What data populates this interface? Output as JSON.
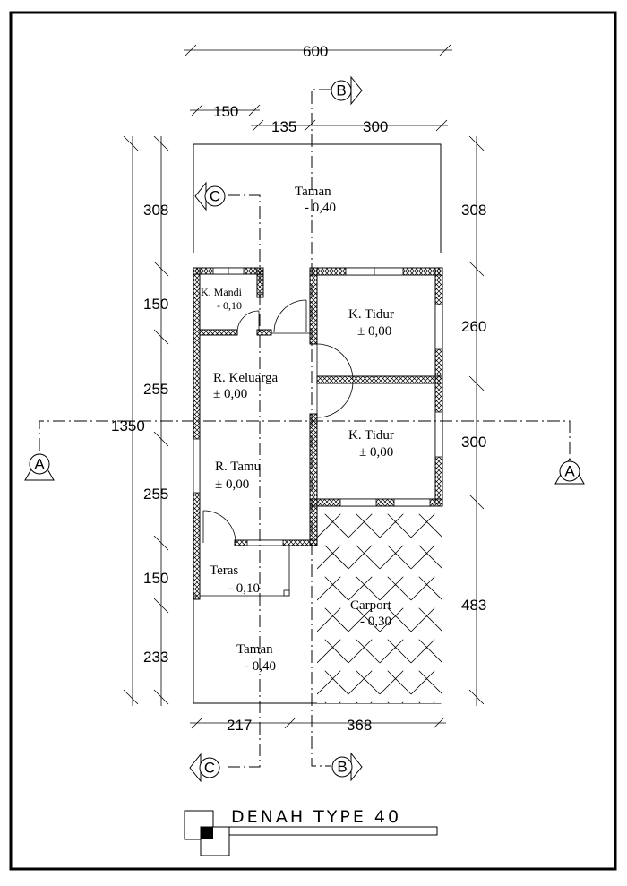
{
  "title": "DENAH TYPE 40",
  "dimensions": {
    "top_total": "600",
    "top_left": "150",
    "top_mid": "135",
    "top_right": "300",
    "left_1": "308",
    "left_2": "150",
    "left_3": "255",
    "left_4": "255",
    "left_5": "150",
    "left_6": "233",
    "total_height": "1350",
    "right_1": "308",
    "right_2": "260",
    "right_3": "300",
    "right_4": "483",
    "bottom_left": "217",
    "bottom_right": "368"
  },
  "section_markers": {
    "a": "A",
    "b": "B",
    "c": "C"
  },
  "rooms": {
    "taman_top": {
      "name": "Taman",
      "level": "- 0,40"
    },
    "kamar_mandi": {
      "name": "K. Mandi",
      "level": "- 0,10"
    },
    "tidur_1": {
      "name": "K. Tidur",
      "level": "± 0,00"
    },
    "keluarga": {
      "name": "R. Keluarga",
      "level": "± 0,00"
    },
    "tidur_2": {
      "name": "K. Tidur",
      "level": "± 0,00"
    },
    "tamu": {
      "name": "R. Tamu",
      "level": "± 0,00"
    },
    "teras": {
      "name": "Teras",
      "level": "- 0,10"
    },
    "carport": {
      "name": "Carport",
      "level": "- 0,30"
    },
    "taman_bottom": {
      "name": "Taman",
      "level": "- 0,40"
    }
  }
}
